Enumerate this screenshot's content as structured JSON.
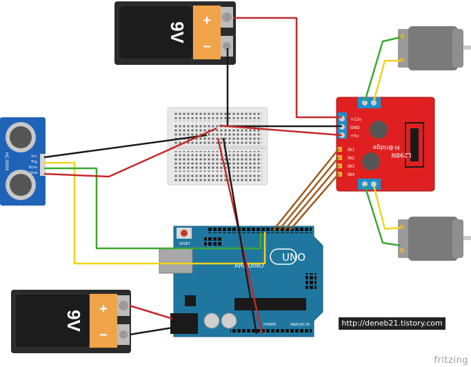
{
  "battery_top": {
    "voltage": "9V",
    "plus": "+",
    "minus": "−"
  },
  "battery_bottom": {
    "voltage": "9V",
    "plus": "+",
    "minus": "−"
  },
  "sensor": {
    "model": "HC-SR04",
    "pins": [
      "Vcc",
      "Trig",
      "Echo",
      "Gnd"
    ]
  },
  "driver": {
    "chip": "L298N",
    "title": "H-Bridge",
    "power_pins": [
      "+12v",
      "GND",
      "+5v"
    ],
    "input_pins": [
      "IN1",
      "IN2",
      "IN3",
      "IN4"
    ]
  },
  "arduino": {
    "logo_text": "UNO",
    "brand": "ARDUINO",
    "reset_label": "RESET",
    "power_label": "POWER",
    "analog_label": "ANALOG IN"
  },
  "caption": "http://deneb21.tistory.com",
  "watermark": "fritzing",
  "colors": {
    "red_wire": "#c62828",
    "black_wire": "#1a1a1a",
    "green_wire": "#3aa832",
    "yellow_wire": "#f2d21b",
    "brown_wire": "#9c5a1e",
    "board_blue": "#1f77a0",
    "driver_red": "#e02020"
  }
}
